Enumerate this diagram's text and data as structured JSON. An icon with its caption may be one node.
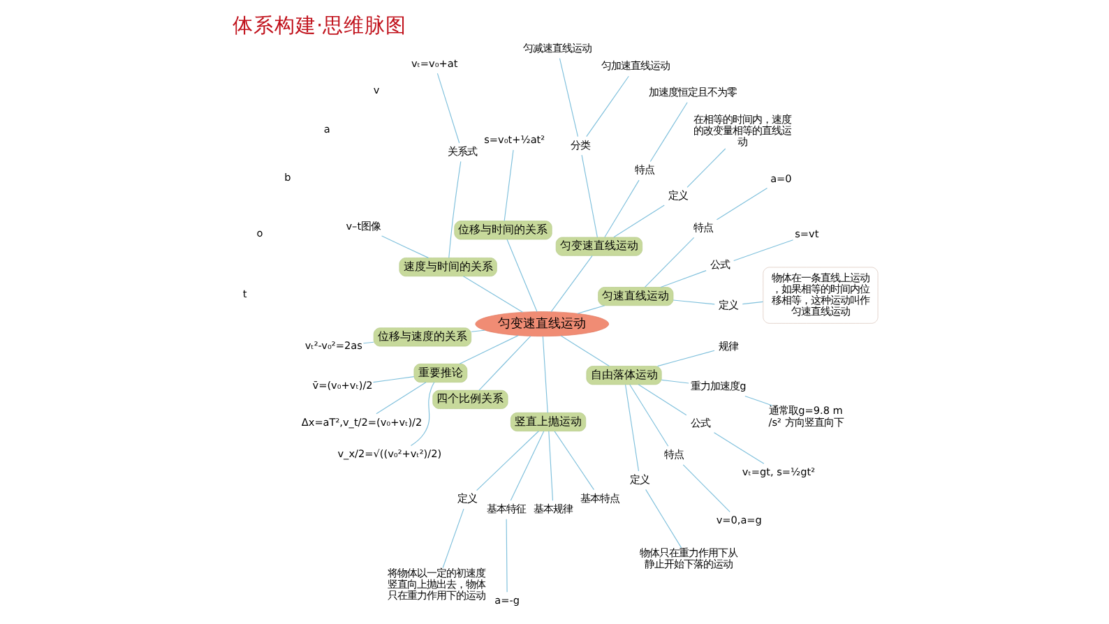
{
  "diagram": {
    "title": "体系构建·思维脉图",
    "nodes": [
      {
        "text": [
          "匀变速直线运动"
        ]
      },
      {
        "text": [
          "匀速直线运动"
        ]
      },
      {
        "text": [
          "定义"
        ]
      },
      {
        "text": [
          "物体在一条直线上运动，如果相等的时间内位移相等，这种运动叫作匀速直线运动"
        ]
      },
      {
        "text": [
          "公式"
        ]
      },
      {
        "text": [
          "s=vt"
        ]
      },
      {
        "text": [
          "特点"
        ]
      },
      {
        "text": [
          "a=0"
        ]
      },
      {
        "text": [
          "匀变速直线运动"
        ]
      },
      {
        "text": [
          "定义"
        ]
      },
      {
        "text": [
          "在相等的时间内，速度的改变量相等的直线运动"
        ]
      },
      {
        "text": [
          "特点"
        ]
      },
      {
        "text": [
          "加速度恒定且不为零"
        ]
      },
      {
        "text": [
          "分类"
        ]
      },
      {
        "text": [
          "匀加速直线运动"
        ]
      },
      {
        "text": [
          "匀减速直线运动"
        ]
      },
      {
        "text": [
          "位移与时间的关系"
        ]
      },
      {
        "text": [
          "s=v₀t+½at²"
        ]
      },
      {
        "text": [
          "速度与时间的关系"
        ]
      },
      {
        "text": [
          "关系式"
        ]
      },
      {
        "text": [
          "vₜ=v₀+at"
        ]
      },
      {
        "text": [
          "v–t图像"
        ]
      },
      {
        "text": [
          "位移与速度的关系"
        ]
      },
      {
        "text": [
          "vₜ²-v₀²=2as"
        ]
      },
      {
        "text": [
          "重要推论"
        ]
      },
      {
        "text": [
          "v̄=(v₀+vₜ)/2"
        ]
      },
      {
        "text": [
          "Δx=aT²,v_t/2=(v₀+vₜ)/2"
        ]
      },
      {
        "text": [
          "v_x/2=√((v₀²+vₜ²)/2)"
        ]
      },
      {
        "text": [
          "四个比例关系"
        ]
      },
      {
        "text": [
          "竖直上抛运动"
        ]
      },
      {
        "text": [
          "定义"
        ]
      },
      {
        "text": [
          "将物体以一定的初速度竖直向上抛出去，物体只在重力作用下的运动"
        ]
      },
      {
        "text": [
          "基本特征"
        ]
      },
      {
        "text": [
          "a=-g"
        ]
      },
      {
        "text": [
          "基本规律"
        ]
      },
      {
        "text": [
          "基本特点"
        ]
      },
      {
        "text": [
          "自由落体运动"
        ]
      },
      {
        "text": [
          "定义"
        ]
      },
      {
        "text": [
          "物体只在重力作用下从静止开始下落的运动"
        ]
      },
      {
        "text": [
          "特点"
        ]
      },
      {
        "text": [
          "v=0,a=g"
        ]
      },
      {
        "text": [
          "公式"
        ]
      },
      {
        "text": [
          "vₜ=gt, s=½gt²"
        ]
      },
      {
        "text": [
          "重力加速度g"
        ]
      },
      {
        "text": [
          "通常取g=9.8 m/s² 方向竖直向下"
        ]
      },
      {
        "text": [
          "规律"
        ]
      }
    ],
    "edges": [
      {
        "from": 0,
        "to": 1,
        "arrow": "none"
      },
      {
        "from": 1,
        "to": 2,
        "arrow": "none"
      },
      {
        "from": 2,
        "to": 3,
        "arrow": "none"
      },
      {
        "from": 1,
        "to": 4,
        "arrow": "none"
      },
      {
        "from": 4,
        "to": 5,
        "arrow": "none"
      },
      {
        "from": 1,
        "to": 6,
        "arrow": "none"
      },
      {
        "from": 6,
        "to": 7,
        "arrow": "none"
      },
      {
        "from": 0,
        "to": 8,
        "arrow": "none"
      },
      {
        "from": 8,
        "to": 9,
        "arrow": "none"
      },
      {
        "from": 9,
        "to": 10,
        "arrow": "none"
      },
      {
        "from": 8,
        "to": 11,
        "arrow": "none"
      },
      {
        "from": 11,
        "to": 12,
        "arrow": "none"
      },
      {
        "from": 8,
        "to": 13,
        "arrow": "none"
      },
      {
        "from": 13,
        "to": 14,
        "arrow": "none"
      },
      {
        "from": 13,
        "to": 15,
        "arrow": "none"
      },
      {
        "from": 0,
        "to": 16,
        "arrow": "none"
      },
      {
        "from": 16,
        "to": 17,
        "arrow": "none"
      },
      {
        "from": 0,
        "to": 18,
        "arrow": "none"
      },
      {
        "from": 18,
        "to": 19,
        "arrow": "none"
      },
      {
        "from": 19,
        "to": 20,
        "arrow": "none"
      },
      {
        "from": 18,
        "to": 21,
        "arrow": "none"
      },
      {
        "from": 0,
        "to": 22,
        "arrow": "none"
      },
      {
        "from": 22,
        "to": 23,
        "arrow": "none"
      },
      {
        "from": 0,
        "to": 24,
        "arrow": "none"
      },
      {
        "from": 24,
        "to": 25,
        "arrow": "none"
      },
      {
        "from": 24,
        "to": 26,
        "arrow": "none"
      },
      {
        "from": 24,
        "to": 27,
        "arrow": "none"
      },
      {
        "from": 0,
        "to": 28,
        "arrow": "none"
      },
      {
        "from": 0,
        "to": 29,
        "arrow": "none"
      },
      {
        "from": 29,
        "to": 30,
        "arrow": "none"
      },
      {
        "from": 30,
        "to": 31,
        "arrow": "none"
      },
      {
        "from": 29,
        "to": 32,
        "arrow": "none"
      },
      {
        "from": 32,
        "to": 33,
        "arrow": "none"
      },
      {
        "from": 29,
        "to": 34,
        "arrow": "none"
      },
      {
        "from": 29,
        "to": 35,
        "arrow": "none"
      },
      {
        "from": 0,
        "to": 36,
        "arrow": "none"
      },
      {
        "from": 36,
        "to": 37,
        "arrow": "none"
      },
      {
        "from": 37,
        "to": 38,
        "arrow": "none"
      },
      {
        "from": 36,
        "to": 39,
        "arrow": "none"
      },
      {
        "from": 39,
        "to": 40,
        "arrow": "none"
      },
      {
        "from": 36,
        "to": 41,
        "arrow": "none"
      },
      {
        "from": 41,
        "to": 42,
        "arrow": "none"
      },
      {
        "from": 36,
        "to": 43,
        "arrow": "none"
      },
      {
        "from": 43,
        "to": 44,
        "arrow": "none"
      },
      {
        "from": 36,
        "to": 45,
        "arrow": "none"
      }
    ],
    "labels": [
      "v",
      "a",
      "b",
      "o",
      "t"
    ]
  }
}
